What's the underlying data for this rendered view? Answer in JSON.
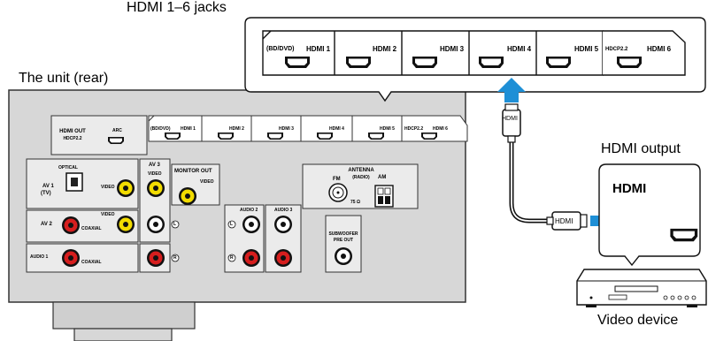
{
  "labels": {
    "hdmi_jacks_title": "HDMI 1–6 jacks",
    "unit_title": "The unit (rear)",
    "hdmi_output_title": "HDMI output",
    "video_device_title": "Video device"
  },
  "zoom_panel": {
    "bd_dvd": "(BD/DVD)",
    "jacks": [
      "HDMI 1",
      "HDMI 2",
      "HDMI 3",
      "HDMI 4",
      "HDMI 5",
      "HDMI 6"
    ],
    "hdcp": "HDCP2.2"
  },
  "rear_panel": {
    "hdmi_out": "HDMI OUT",
    "hdmi_out_hdcp": "HDCP2.2",
    "arc": "ARC",
    "bd_dvd": "(BD/DVD)",
    "jacks": [
      "HDMI 1",
      "HDMI 2",
      "HDMI 3",
      "HDMI 4",
      "HDMI 5",
      "HDMI 6"
    ],
    "hdcp": "HDCP2.2",
    "optical": "OPTICAL",
    "av1": "AV 1",
    "av1_tv": "(TV)",
    "video": "VIDEO",
    "av3": "AV 3",
    "monitor_out": "MONITOR OUT",
    "av2": "AV 2",
    "coaxial": "COAXIAL",
    "audio1": "AUDIO 1",
    "audio2": "AUDIO 2",
    "audio3": "AUDIO 3",
    "antenna": "ANTENNA",
    "radio": "(RADIO)",
    "fm": "FM",
    "am": "AM",
    "ohm": "75 Ω",
    "subwoofer": "SUBWOOFER",
    "pre_out": "PRE OUT",
    "left_mark": "L",
    "right_mark": "R"
  },
  "cable": {
    "plug_label_top": "HDMI",
    "plug_label_bottom": "HDMI"
  },
  "device": {
    "hdmi_label": "HDMI"
  },
  "colors": {
    "arrow": "#1e8fd6",
    "panel": "#d7d7d7",
    "yellow_jack": "#f2dc00",
    "red_jack": "#d61e1e"
  }
}
